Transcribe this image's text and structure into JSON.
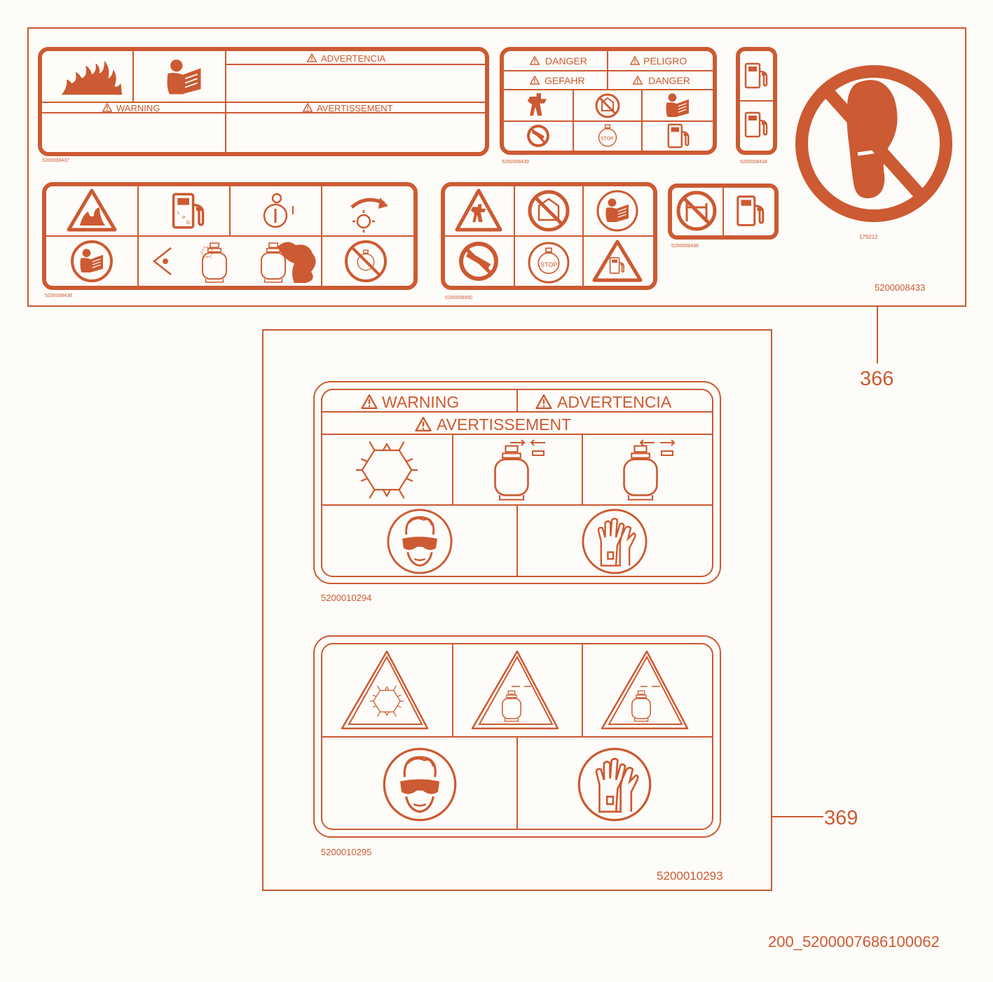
{
  "colors": {
    "accent": "#cc5a32",
    "background": "#fdfcf8"
  },
  "sheet366": {
    "callout": "366",
    "part_number": "5200008433",
    "label_437": {
      "part": "5200008437",
      "advertencia": "ADVERTENCIA",
      "warning": "WARNING",
      "avertissement": "AVERTISSEMENT",
      "icons": [
        "fire-icon",
        "read-manual-icon"
      ]
    },
    "label_439": {
      "part": "5200008439",
      "danger1": "DANGER",
      "peligro": "PELIGRO",
      "gefahr": "GEFAHR",
      "danger2": "DANGER",
      "stop": "STOP"
    },
    "label_434": {
      "part": "5200008434"
    },
    "label_179212": {
      "part": "179212",
      "icon": "no-stepping-icon"
    },
    "label_438": {
      "part": "5200008438"
    },
    "label_450": {
      "part": "5200008450",
      "stop": "STOP"
    },
    "label_436": {
      "part": "5200008436"
    },
    "pump": {
      "l": "L",
      "p": "P",
      "g": "G"
    }
  },
  "sheet369": {
    "callout": "369",
    "part_number": "5200010293",
    "label_294": {
      "part": "5200010294",
      "warning": "WARNING",
      "advertencia": "ADVERTENCIA",
      "avertissement": "AVERTISSEMENT"
    },
    "label_295": {
      "part": "5200010295"
    }
  },
  "footer_code": "200_5200007686100062"
}
